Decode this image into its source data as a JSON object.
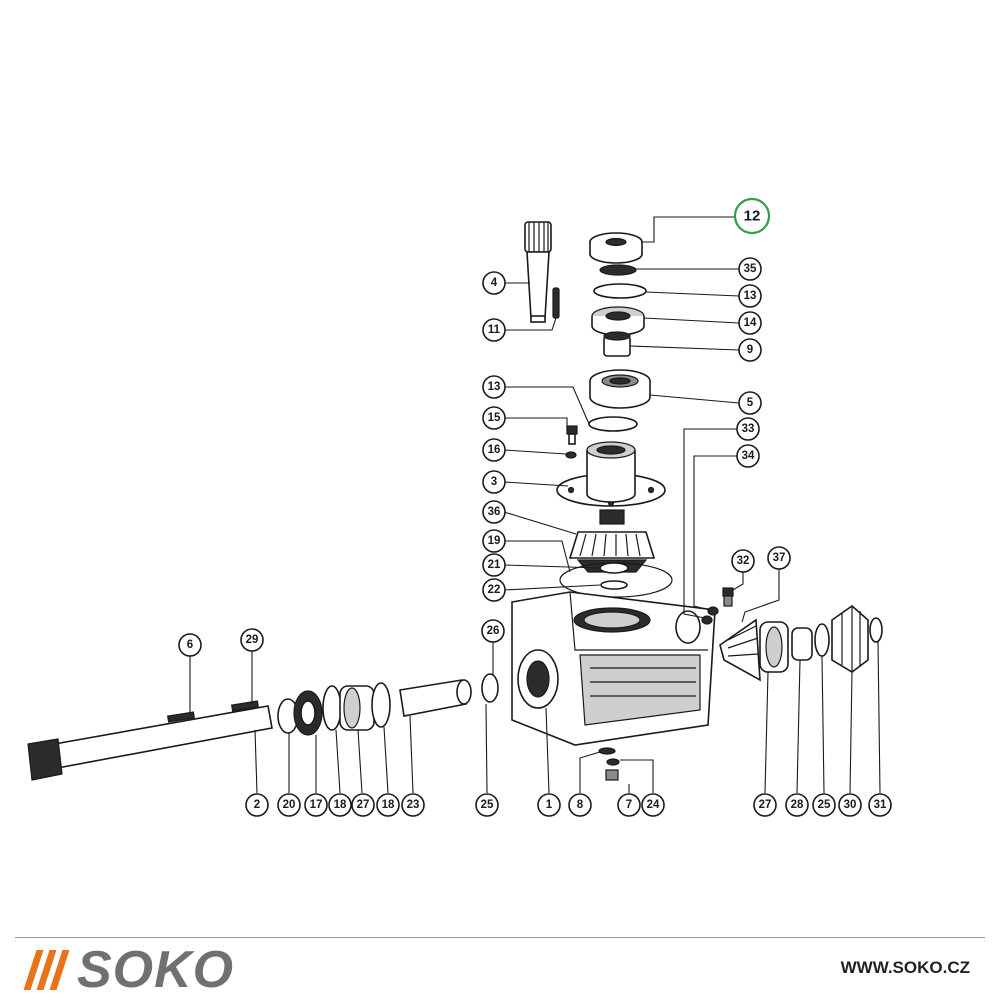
{
  "diagram": {
    "highlighted_label": "12",
    "labels": [
      "12",
      "35",
      "13",
      "14",
      "9",
      "5",
      "4",
      "11",
      "13",
      "15",
      "16",
      "3",
      "36",
      "19",
      "21",
      "22",
      "33",
      "34",
      "32",
      "37",
      "6",
      "29",
      "26",
      "2",
      "20",
      "17",
      "18",
      "27",
      "18",
      "23",
      "25",
      "1",
      "8",
      "7",
      "24",
      "27",
      "28",
      "25",
      "30",
      "31"
    ]
  },
  "footer": {
    "brand": "SOKO",
    "website": "WWW.SOKO.CZ",
    "accent_color": "#e8731a",
    "brand_color": "#707070",
    "highlight_color": "#2e9e4f"
  }
}
